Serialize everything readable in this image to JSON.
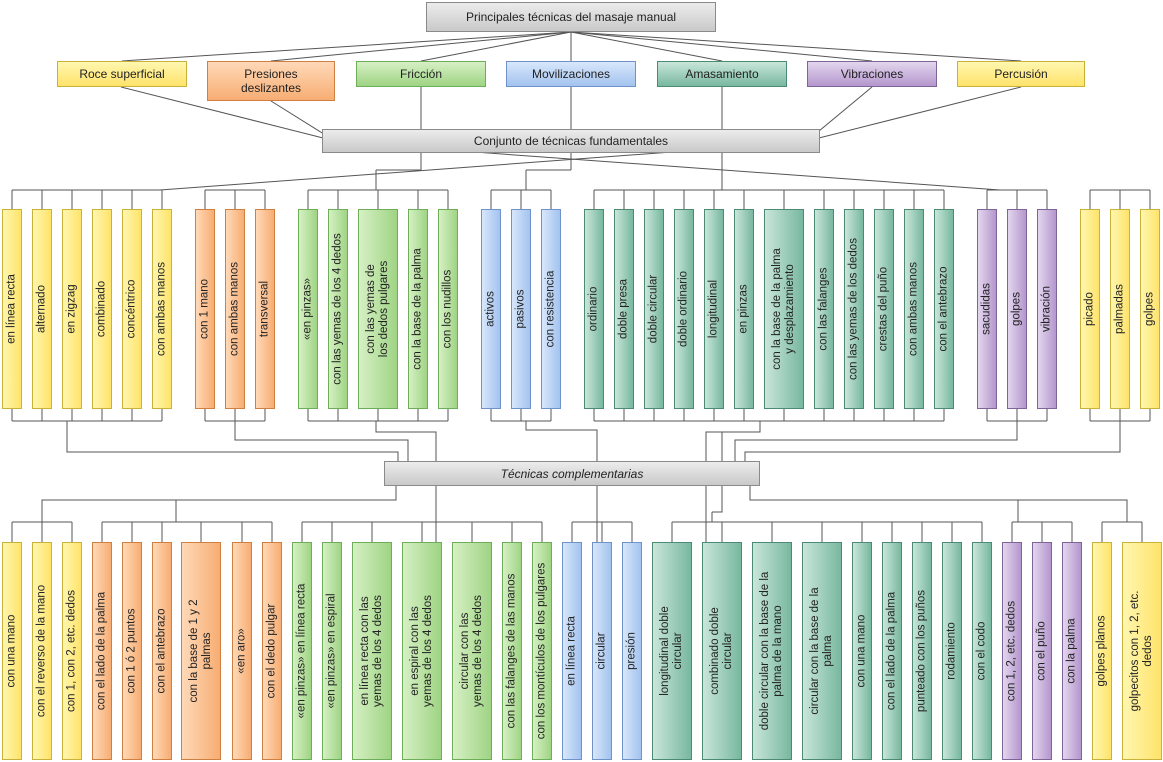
{
  "palette": {
    "yellow": {
      "bg1": "#fff7b0",
      "bg2": "#ffe36a",
      "border": "#c9b23a"
    },
    "orange": {
      "bg1": "#ffd9b8",
      "bg2": "#f7ad73",
      "border": "#cf7f40"
    },
    "green": {
      "bg1": "#d6f0c4",
      "bg2": "#9fd484",
      "border": "#6fae58"
    },
    "blue": {
      "bg1": "#d8e7fb",
      "bg2": "#a3c3ef",
      "border": "#6f93c8"
    },
    "teal": {
      "bg1": "#c9e6da",
      "bg2": "#78b8a0",
      "border": "#4d8a74"
    },
    "purple": {
      "bg1": "#e3d6ee",
      "bg2": "#b496cd",
      "border": "#7f6497"
    }
  },
  "title": "Principales técnicas del masaje manual",
  "fundamental_label": "Conjunto de técnicas fundamentales",
  "complementary_label": "Técnicas complementarias",
  "categories": [
    {
      "id": "roce",
      "label": "Roce superficial",
      "color": "yellow"
    },
    {
      "id": "presiones",
      "label": "Presiones\ndeslizantes",
      "color": "orange"
    },
    {
      "id": "friccion",
      "label": "Fricción",
      "color": "green"
    },
    {
      "id": "movilizaciones",
      "label": "Movilizaciones",
      "color": "blue"
    },
    {
      "id": "amasamiento",
      "label": "Amasamiento",
      "color": "teal"
    },
    {
      "id": "vibraciones",
      "label": "Vibraciones",
      "color": "purple"
    },
    {
      "id": "percusion",
      "label": "Percusión",
      "color": "yellow"
    }
  ],
  "fundamental_techniques": [
    {
      "category": "roce",
      "items": [
        "en línea recta",
        "alternado",
        "en zigzag",
        "combinado",
        "concéntrico",
        "con ambas manos"
      ]
    },
    {
      "category": "presiones",
      "items": [
        "con 1 mano",
        "con ambas manos",
        "transversal"
      ]
    },
    {
      "category": "friccion",
      "items": [
        "«en pinzas»",
        "con las yemas de los 4 dedos",
        "con las yemas de\nlos dedos pulgares",
        "con la base de la palma",
        "con los nudillos"
      ]
    },
    {
      "category": "movilizaciones",
      "items": [
        "activos",
        "pasivos",
        "con resistencia"
      ]
    },
    {
      "category": "amasamiento",
      "items": [
        "ordinario",
        "doble presa",
        "doble circular",
        "doble ordinario",
        "longitudinal",
        "en pinzas",
        "con la base de la palma\ny desplazamiento",
        "con las falanges",
        "con las yemas de los dedos",
        "crestas del puño",
        "con ambas manos",
        "con el antebrazo"
      ]
    },
    {
      "category": "vibraciones",
      "items": [
        "sacudidas",
        "golpes",
        "vibración"
      ]
    },
    {
      "category": "percusion",
      "items": [
        "picado",
        "palmadas",
        "golpes"
      ]
    }
  ],
  "complementary_techniques": [
    {
      "category": "roce",
      "items": [
        "con una mano",
        "con el reverso de la mano",
        "con 1, con 2, etc. dedos"
      ]
    },
    {
      "category": "presiones",
      "items": [
        "con el lado de la palma",
        "con 1 ó 2 puntos",
        "con el antebrazo",
        "con la base de 1 y 2\npalmas",
        "«en aro»",
        "con el dedo pulgar"
      ]
    },
    {
      "category": "friccion",
      "items": [
        "«en pinzas» en línea recta",
        "«en pinzas» en espiral",
        "en línea recta con las\nyemas de los 4 dedos",
        "en espiral con las\nyemas de los 4 dedos",
        "circular con las\nyemas de los 4 dedos",
        "con las falanges de las manos",
        "con los montículos de los pulgares"
      ]
    },
    {
      "category": "movilizaciones",
      "items": [
        "en línea recta",
        "circular",
        "presión"
      ]
    },
    {
      "category": "amasamiento",
      "items": [
        "longitudinal doble\ncircular",
        "combinado doble\ncircular",
        "doble circular con la base de la\npalma de la mano",
        "circular con la base de la\npalma",
        "con una mano",
        "con el lado de la palma",
        "punteado con los puños",
        "rodamiento",
        "con el codo"
      ]
    },
    {
      "category": "vibraciones",
      "items": [
        "con 1, 2, etc. dedos",
        "con el puño",
        "con la palma"
      ]
    },
    {
      "category": "percusion",
      "items": [
        "golpes planos",
        "golpecitos con 1, 2, etc.\ndedos"
      ]
    }
  ]
}
